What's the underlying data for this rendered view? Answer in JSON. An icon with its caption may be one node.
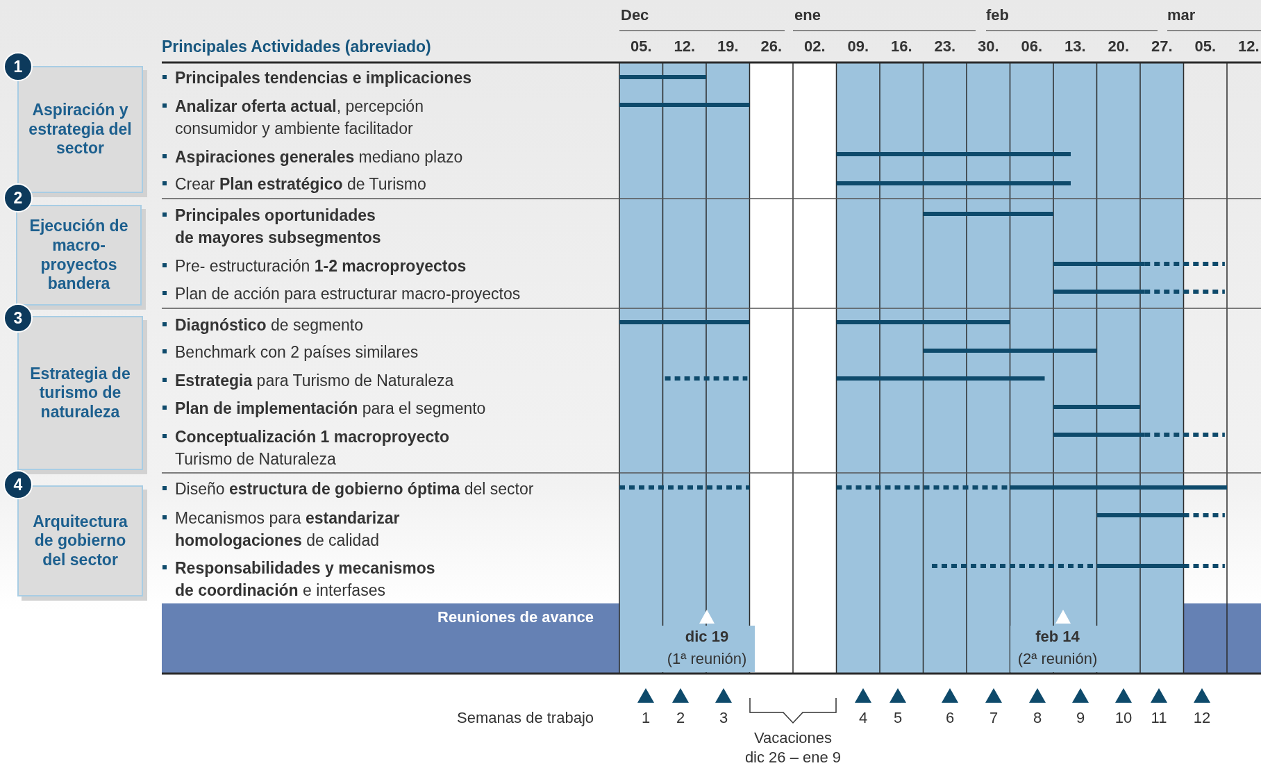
{
  "diagram": {
    "nodes": [
      {
        "text": [
          "1"
        ]
      },
      {
        "text": [
          "Aspiración y estrategia del sector"
        ]
      },
      {
        "text": [
          "2"
        ]
      },
      {
        "text": [
          "Ejecución de macro-proyectos bandera"
        ]
      },
      {
        "text": [
          "3"
        ]
      },
      {
        "text": [
          "Estrategia de turismo de naturaleza"
        ]
      },
      {
        "text": [
          "4"
        ]
      },
      {
        "text": [
          "Arquitectura de gobierno del sector"
        ]
      }
    ],
    "labels": [
      "Dec",
      "ene",
      "feb",
      "mar",
      "Principales Actividades (abreviado)",
      "05.",
      "12.",
      "19.",
      "26.",
      "02.",
      "09.",
      "16.",
      "23.",
      "30.",
      "06.",
      "13.",
      "20.",
      "27.",
      "05.",
      "12.",
      "Principales tendencias e implicaciones",
      "**Analizar oferta actual**, percepción consumidor y ambiente facilitador",
      "**Aspiraciones generales** mediano plazo",
      "Crear **Plan estratégico** de Turismo",
      "Principales oportunidades de mayores subsegmentos",
      "Pre- estructuración **1-2 macroproyectos**",
      "Plan de acción para estructurar macro-proyectos",
      "**Diagnóstico** de segmento",
      "Benchmark con 2 países similares",
      "**Estrategia** para Turismo de Naturaleza",
      "**Plan de implementación** para el segmento",
      "**Conceptualización 1 macroproyecto** Turismo de Naturaleza",
      "Diseño **estructura de gobierno óptima** del sector",
      "Mecanismos para **estandarizar homologaciones** de calidad",
      "**Responsabilidades y mecanismos de coordinación** e interfases",
      "Reuniones de avance",
      "dic 19",
      "(1ª reunión)",
      "feb 14",
      "(2ª reunión)",
      "Semanas de trabajo",
      "1",
      "2",
      "3",
      "4",
      "5",
      "6",
      "7",
      "8",
      "9",
      "10",
      "11",
      "12",
      "Vacaciones",
      "dic 26 – ene 9"
    ]
  }
}
